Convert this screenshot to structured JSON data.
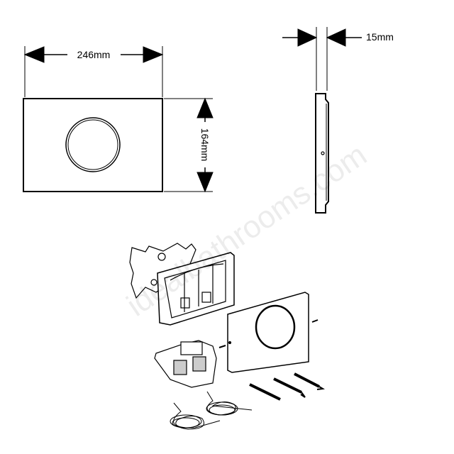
{
  "dimensions": {
    "width_label": "246mm",
    "height_label": "164mm",
    "depth_label": "15mm"
  },
  "watermark": "idealbathrooms.com",
  "colors": {
    "line": "#000000",
    "background": "#ffffff"
  }
}
